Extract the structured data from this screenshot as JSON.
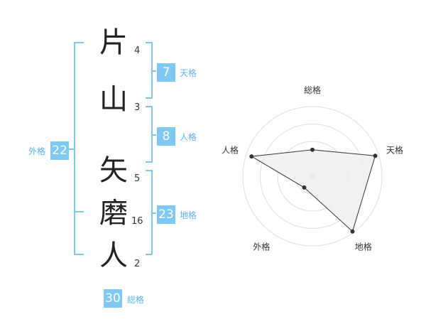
{
  "name": {
    "characters": [
      {
        "char": "片",
        "strokes": "4"
      },
      {
        "char": "山",
        "strokes": "3"
      },
      {
        "char": "矢",
        "strokes": "5"
      },
      {
        "char": "磨",
        "strokes": "16"
      },
      {
        "char": "人",
        "strokes": "2"
      }
    ]
  },
  "fortune": {
    "tenkaku": {
      "value": "7",
      "label": "天格"
    },
    "jinkaku": {
      "value": "8",
      "label": "人格"
    },
    "chikaku": {
      "value": "23",
      "label": "地格"
    },
    "gaikaku": {
      "value": "22",
      "label": "外格"
    },
    "soukaku": {
      "value": "30",
      "label": "総格"
    }
  },
  "chart_data": {
    "type": "radar",
    "title": "",
    "axes": [
      "総格",
      "天格",
      "地格",
      "外格",
      "人格"
    ],
    "rings": 4,
    "series": [
      {
        "values": [
          0.38,
          0.95,
          0.98,
          0.2,
          0.92
        ]
      }
    ]
  },
  "colors": {
    "accent": "#7ec8f4",
    "bracket": "#7ec8f4",
    "label_text": "#5ab4e8",
    "ring": "#dddddd",
    "polygon_fill": "#f0f0f0",
    "polygon_stroke": "#333333"
  }
}
